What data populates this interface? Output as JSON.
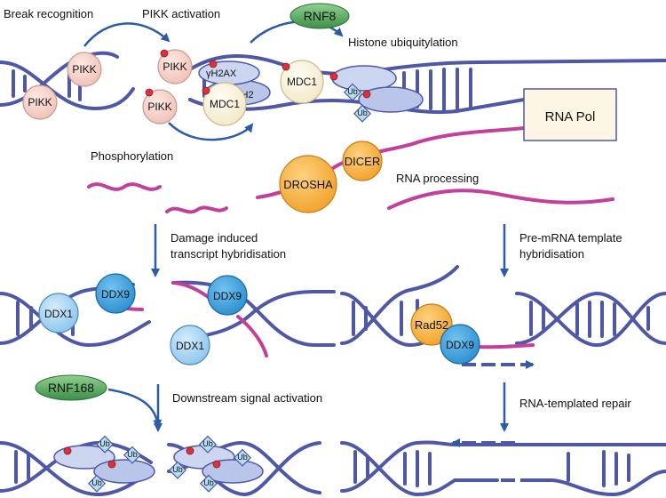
{
  "labels": {
    "break_recognition": "Break recognition",
    "pikk_activation": "PIKK activation",
    "histone_ubiquitylation": "Histone ubiquitylation",
    "phosphorylation": "Phosphorylation",
    "rna_processing": "RNA processing",
    "damage_induced_1": "Damage induced",
    "damage_induced_2": "transcript hybridisation",
    "pre_mrna_1": "Pre-mRNA template",
    "pre_mrna_2": "hybridisation",
    "downstream": "Downstream signal activation",
    "rna_templated": "RNA-templated repair"
  },
  "proteins": {
    "pikk": "PIKK",
    "rnf8": "RNF8",
    "rnf168": "RNF168",
    "mdc1": "MDC1",
    "gh2ax": "γH2AX",
    "gh2_short": "γH2",
    "rna_pol": "RNA Pol",
    "drosha": "DROSHA",
    "dicer": "DICER",
    "ddx9": "DDX9",
    "ddx1": "DDX1",
    "rad52": "Rad52",
    "ub": "Ub"
  },
  "colors": {
    "dna": "#4f58a6",
    "rna": "#c2409a",
    "arrow": "#2a5ca8",
    "pikk_fill": "#f6d3cc",
    "mdc1_fill": "#fbf4e2",
    "histone_fill": "#b9c6ea",
    "ub_fill": "#b6def3",
    "ddx9_fill": "#3aa0dd",
    "ddx1_fill": "#a8d3f1",
    "orange_fill": "#f7b23c",
    "green_fill": "#56a95e",
    "phospho": "#d9323d"
  }
}
